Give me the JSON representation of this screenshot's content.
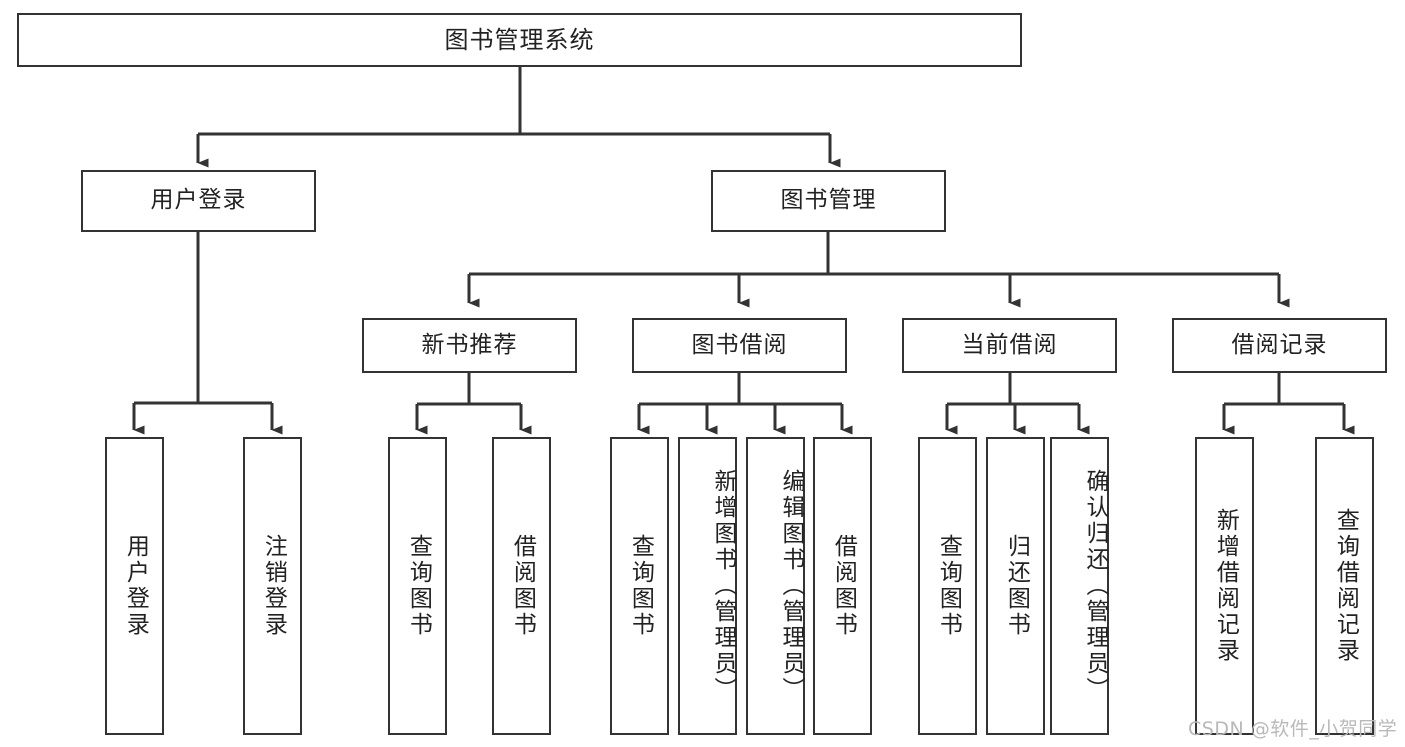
{
  "diagram": {
    "title": "图书管理系统",
    "type": "hierarchy-tree",
    "root": {
      "id": "root",
      "label": "图书管理系统"
    },
    "level2": [
      {
        "id": "user-login",
        "label": "用户登录"
      },
      {
        "id": "book-management",
        "label": "图书管理"
      }
    ],
    "level3": [
      {
        "id": "new-book-recommend",
        "label": "新书推荐",
        "parent": "book-management"
      },
      {
        "id": "book-borrow",
        "label": "图书借阅",
        "parent": "book-management"
      },
      {
        "id": "current-borrow",
        "label": "当前借阅",
        "parent": "book-management"
      },
      {
        "id": "borrow-record",
        "label": "借阅记录",
        "parent": "book-management"
      }
    ],
    "leaves": [
      {
        "id": "leaf-user-login",
        "label": "用户登录",
        "parent": "user-login"
      },
      {
        "id": "leaf-logout",
        "label": "注销登录",
        "parent": "user-login"
      },
      {
        "id": "leaf-query-books-1",
        "label": "查询图书",
        "parent": "new-book-recommend"
      },
      {
        "id": "leaf-borrow-books-1",
        "label": "借阅图书",
        "parent": "new-book-recommend"
      },
      {
        "id": "leaf-query-books-2",
        "label": "查询图书",
        "parent": "book-borrow"
      },
      {
        "id": "leaf-add-book",
        "label": "新增图书（管理员）",
        "parent": "book-borrow"
      },
      {
        "id": "leaf-edit-book",
        "label": "编辑图书（管理员）",
        "parent": "book-borrow"
      },
      {
        "id": "leaf-borrow-books-2",
        "label": "借阅图书",
        "parent": "book-borrow"
      },
      {
        "id": "leaf-query-books-3",
        "label": "查询图书",
        "parent": "current-borrow"
      },
      {
        "id": "leaf-return-books",
        "label": "归还图书",
        "parent": "current-borrow"
      },
      {
        "id": "leaf-confirm-return",
        "label": "确认归还（管理员）",
        "parent": "current-borrow"
      },
      {
        "id": "leaf-add-record",
        "label": "新增借阅记录",
        "parent": "borrow-record"
      },
      {
        "id": "leaf-query-record",
        "label": "查询借阅记录",
        "parent": "borrow-record"
      }
    ]
  },
  "watermark": {
    "text": "CSDN @软件_小贺同学"
  },
  "colors": {
    "line": "#333333",
    "box_border": "#333333",
    "background": "#ffffff",
    "text": "#222222",
    "watermark": "#b9b9b9"
  }
}
